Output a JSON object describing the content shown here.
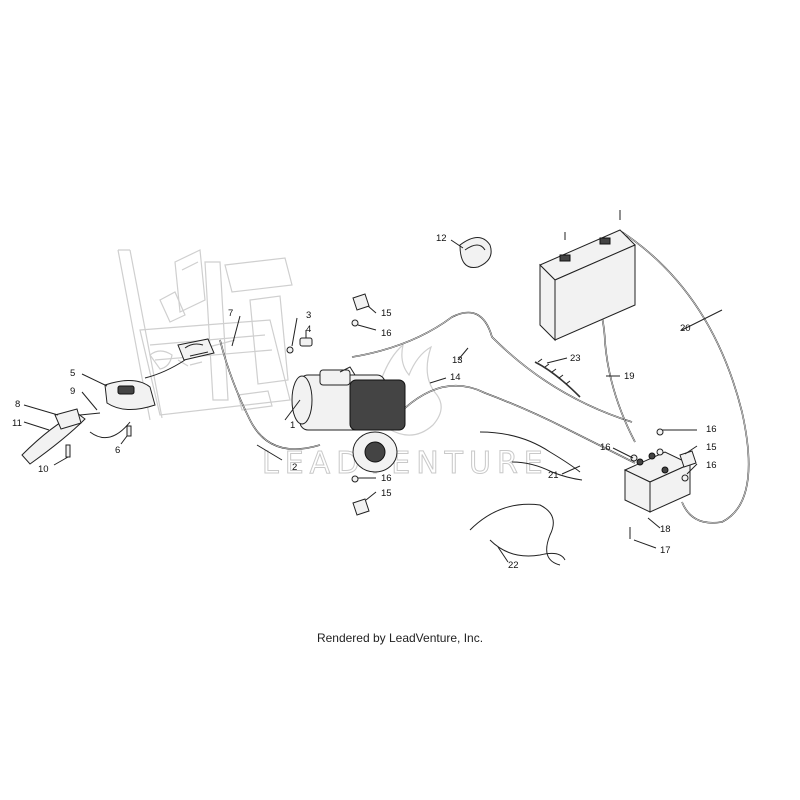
{
  "diagram": {
    "watermark_text": "LEADVENTURE",
    "credit": "Rendered by LeadVenture, Inc.",
    "callouts": [
      "1",
      "2",
      "3",
      "4",
      "5",
      "6",
      "7",
      "8",
      "9",
      "10",
      "11",
      "12",
      "13",
      "14",
      "15",
      "15",
      "15",
      "16",
      "16",
      "16",
      "16",
      "16",
      "17",
      "18",
      "19",
      "20",
      "21",
      "22",
      "23"
    ]
  }
}
